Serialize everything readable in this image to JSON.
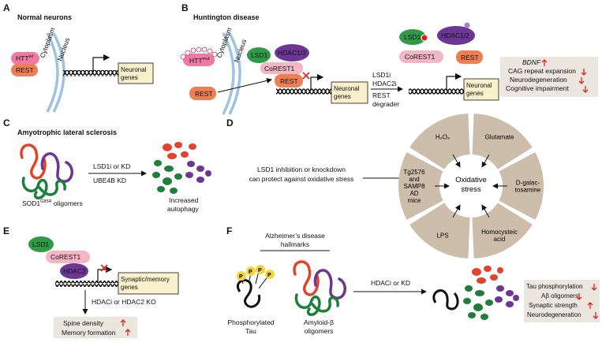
{
  "panels": {
    "A": {
      "letter": "A",
      "title": "Normal neurons",
      "htt": "HTT",
      "htt_sup": "wt",
      "rest": "REST",
      "cytoplasm": "Cytoplasm",
      "nucleus": "Nucleus",
      "genes": [
        "Neuronal",
        "genes"
      ]
    },
    "B": {
      "letter": "B",
      "title": "Huntington disease",
      "htt": "HTT",
      "htt_sup": "mut",
      "cytoplasm": "Cytoplasm",
      "nucleus": "Nucleus",
      "lsd1": "LSD1",
      "hdac": "HDAC1/2",
      "corest": "CoREST1",
      "rest": "REST",
      "rest_cyto": "REST",
      "genes": [
        "Neuronal",
        "genes"
      ],
      "treatment": [
        "LSD1i",
        "HDAC2i",
        "REST",
        "degrader"
      ],
      "lsd1_r": "LSD1",
      "hdac_r": "HDAC1/2",
      "corest_r": "CoREST1",
      "rest_r": "REST",
      "genes_r": [
        "Neuronal",
        "genes"
      ],
      "outcomes": [
        "BDNF",
        "CAG repeat expansion",
        "Neurodegeneration",
        "Cognitive impairment"
      ]
    },
    "C": {
      "letter": "C",
      "title": "Amyotrophic lateral sclerosis",
      "treatment": [
        "LSD1i or KD",
        "UBE4B KD"
      ],
      "oligomer": "SOD1",
      "oligomer_sup": "G85R",
      "oligomer_suffix": " oligomers",
      "result": [
        "Increased",
        "autophagy"
      ]
    },
    "D": {
      "letter": "D",
      "statement": [
        "LSD1 inhibition or knockdown",
        "can protect against oxidative stress"
      ],
      "center": [
        "Oxidative",
        "stress"
      ],
      "segments": [
        [
          "H₂O₂"
        ],
        [
          "Glutamate"
        ],
        [
          "D-galac-",
          "tosamine"
        ],
        [
          "Homocysteic",
          "acid"
        ],
        [
          "LPS"
        ],
        [
          "Tg2576",
          "and",
          "SAMP8",
          "AD",
          "mice"
        ]
      ]
    },
    "E": {
      "letter": "E",
      "lsd1": "LSD1",
      "corest": "CoREST1",
      "hdac": "HDAC2",
      "genes": [
        "Synaptic/memory",
        "genes"
      ],
      "treatment": "HDACi or HDAC2 KO",
      "outcomes": [
        "Spine density",
        "Memory formation"
      ]
    },
    "F": {
      "letter": "F",
      "hallmarks": [
        "Alzheimer’s disease",
        "hallmarks"
      ],
      "p": "P",
      "tau": [
        "Phosphorylated",
        "Tau"
      ],
      "amyloid": [
        "Amyloid-β",
        "oligomers"
      ],
      "treatment": "HDACi or KD",
      "outcomes": [
        "Tau phosphorylation",
        "Aβ oligomers",
        "Synaptic strength",
        "Neurodegeneration"
      ]
    }
  },
  "colors": {
    "rest": "#ee7f55",
    "htt": "#f07aa2",
    "lsd1": "#2f9a48",
    "hdac": "#6c3794",
    "corest": "#f3b6c4",
    "genes_box": "#fbf0cc",
    "outcome_box": "#ebe7df",
    "wheel_seg": "#cdbeab",
    "nucleus_arc": "#9ec3e0",
    "up_arrow": "#e2231a",
    "red": "#d8261a",
    "green": "#1e7f3a",
    "purple": "#5c2d8a",
    "orange_red": "#e0452c",
    "p_yellow": "#f4d63c"
  }
}
